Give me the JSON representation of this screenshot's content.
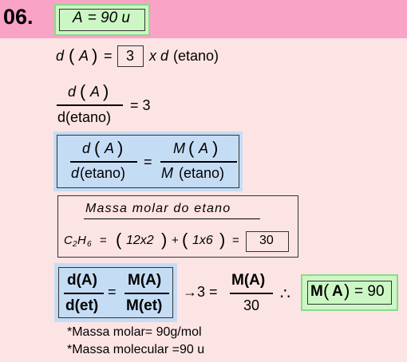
{
  "question": {
    "number": "06.",
    "answer_var": "A",
    "answer_eq": "=",
    "answer_val": "90 u"
  },
  "line1": {
    "lhs": "d",
    "lpar": "(",
    "var": "A",
    "rpar": ")",
    "eq": "=",
    "box_val": "3",
    "rest": "x d",
    "rest2": "(etano)"
  },
  "frac1": {
    "num_d": "d",
    "num_lpar": "(",
    "num_var": "A",
    "num_rpar": ")",
    "den": "d(etano)",
    "eq": "= 3"
  },
  "frac2": {
    "l_num_d": "d",
    "l_num_lpar": "(",
    "l_num_var": "A",
    "l_num_rpar": ")",
    "l_den_d": "d",
    "l_den_rest": "(etano)",
    "eq": "=",
    "r_num_m": "M",
    "r_num_lpar": "(",
    "r_num_var": "A",
    "r_num_rpar": ")",
    "r_den_m": "M",
    "r_den_rest": "(etano)"
  },
  "molar": {
    "title": "Massa  molar  do  etano",
    "formula_c": "C",
    "formula_c_sub": "2",
    "formula_h": "H",
    "formula_h_sub": "6",
    "eq1": "=",
    "term1": "12x2",
    "plus": "+",
    "term2": "1x6",
    "eq2": "=",
    "box_val": "30"
  },
  "final": {
    "l_num": "d(A)",
    "l_den": "d(et)",
    "eq": "=",
    "r_num": "M(A)",
    "r_den": "M(et)",
    "arrow": "→3 =",
    "f_num": "M(A)",
    "f_den": "30",
    "therefore": "∴",
    "result_m": "M",
    "result_lpar": "(",
    "result_var": "A",
    "result_rpar": ")",
    "result_eq": "= 90"
  },
  "notes": [
    "*Massa molar= 90g/mol",
    "*Massa molecular =90 u"
  ]
}
